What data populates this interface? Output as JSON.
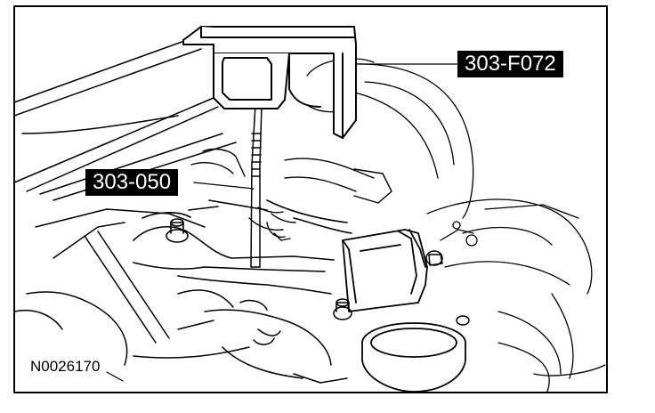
{
  "callouts": {
    "tool_a": "303-F072",
    "tool_b": "303-050"
  },
  "figure_id": "N0026170",
  "colors": {
    "ink": "#000000",
    "paper": "#ffffff"
  }
}
